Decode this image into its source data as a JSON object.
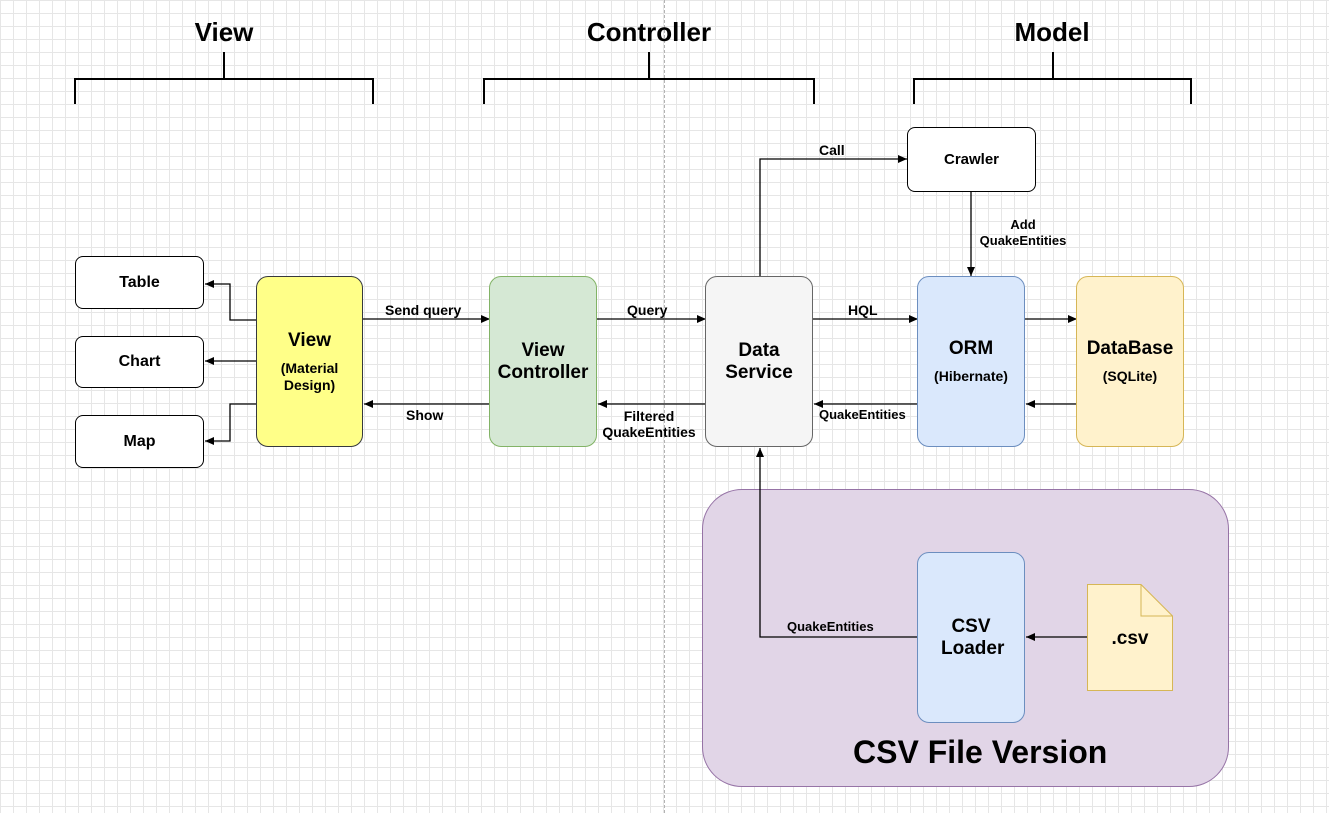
{
  "layers": {
    "view": "View",
    "controller": "Controller",
    "model": "Model"
  },
  "nodes": {
    "table": "Table",
    "chart": "Chart",
    "map": "Map",
    "view": {
      "title": "View",
      "subtitle": "(Material Design)"
    },
    "view_controller": "View Controller",
    "data_service": "Data Service",
    "crawler": "Crawler",
    "orm": {
      "title": "ORM",
      "subtitle": "(Hibernate)"
    },
    "database": {
      "title": "DataBase",
      "subtitle": "(SQLite)"
    },
    "csv_loader": "CSV Loader",
    "csv_file": ".csv"
  },
  "edges": {
    "send_query": "Send query",
    "show": "Show",
    "query": "Query",
    "filtered_entities": "Filtered QuakeEntities",
    "call": "Call",
    "add_entities": "Add QuakeEntities",
    "hql": "HQL",
    "quake_entities": "QuakeEntities",
    "csv_quake_entities": "QuakeEntities"
  },
  "group": {
    "label": "CSV File Version"
  },
  "colors": {
    "view_fill": "#ffff88",
    "controller_fill": "#d5e8d4",
    "service_fill": "#f5f5f5",
    "orm_fill": "#dae8fc",
    "database_fill": "#fff2cc",
    "group_fill": "#e1d5e7"
  }
}
